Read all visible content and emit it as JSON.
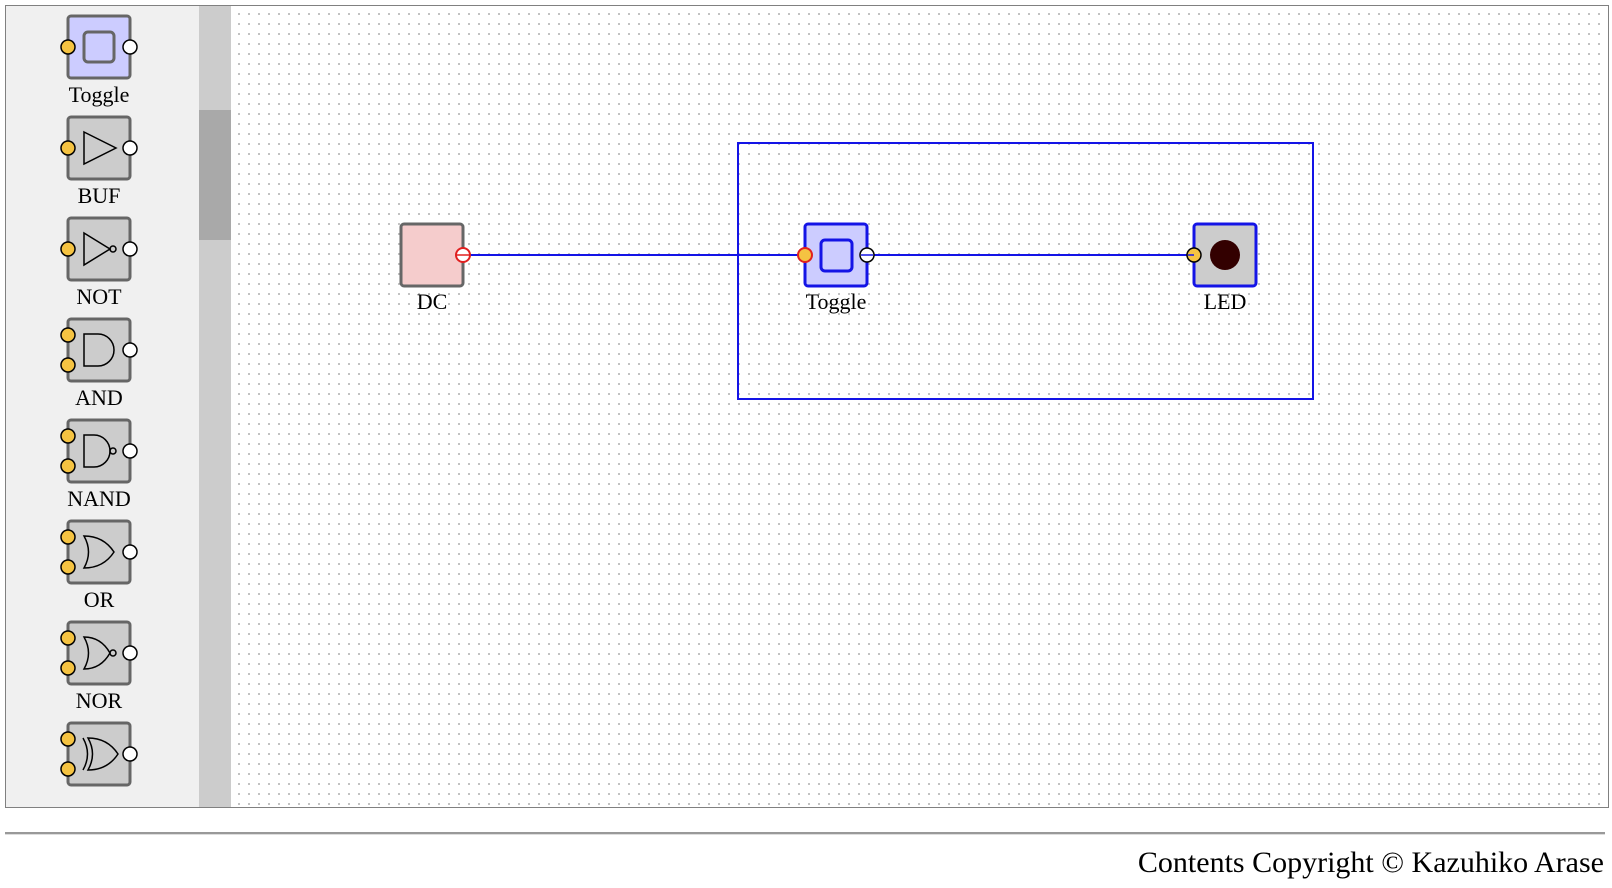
{
  "palette": {
    "items": [
      {
        "label": "Toggle",
        "icon": "toggle-icon"
      },
      {
        "label": "BUF",
        "icon": "buffer-gate-icon"
      },
      {
        "label": "NOT",
        "icon": "not-gate-icon"
      },
      {
        "label": "AND",
        "icon": "and-gate-icon"
      },
      {
        "label": "NAND",
        "icon": "nand-gate-icon"
      },
      {
        "label": "OR",
        "icon": "or-gate-icon"
      },
      {
        "label": "NOR",
        "icon": "nor-gate-icon"
      },
      {
        "label": "",
        "icon": "xor-gate-icon"
      }
    ]
  },
  "circuit": {
    "dc": {
      "label": "DC"
    },
    "toggle": {
      "label": "Toggle"
    },
    "led": {
      "label": "LED"
    }
  },
  "footer": {
    "copyright": "Contents Copyright © Kazuhiko Arase"
  },
  "colors": {
    "pin_input": "#f5c342",
    "pin_output": "#ffffff",
    "selection": "#1414e6",
    "dc_fill": "#f5cccc",
    "toggle_fill": "#ccccff",
    "gate_fill": "#cccccc",
    "led_off": "#330000"
  }
}
